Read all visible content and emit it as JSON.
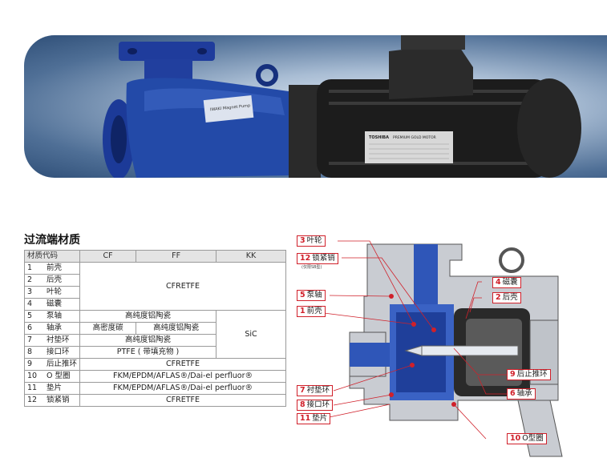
{
  "section_title": "过流端材质",
  "table": {
    "headers": [
      "材质代码",
      "CF",
      "FF",
      "KK"
    ],
    "rows": [
      {
        "no": "1",
        "name": "前壳"
      },
      {
        "no": "2",
        "name": "后壳"
      },
      {
        "no": "3",
        "name": "叶轮"
      },
      {
        "no": "4",
        "name": "磁囊"
      },
      {
        "no": "5",
        "name": "泵轴"
      },
      {
        "no": "6",
        "name": "轴承"
      },
      {
        "no": "7",
        "name": "衬垫环"
      },
      {
        "no": "8",
        "name": "接口环"
      },
      {
        "no": "9",
        "name": "后止推环"
      },
      {
        "no": "10",
        "name": "O 型圈"
      },
      {
        "no": "11",
        "name": "垫片"
      },
      {
        "no": "12",
        "name": "锁紧销"
      }
    ],
    "cells": {
      "cfretfe_block": "CFRETFE",
      "alumina": "高纯度铝陶瓷",
      "sic": "SiC",
      "carbon": "高密度碳",
      "alumina2": "高纯度铝陶瓷",
      "liner_alumina": "高纯度铝陶瓷",
      "ptfe": "PTFE ( 带填充物 )",
      "rear_thrust": "CFRETFE",
      "oring": "FKM/EPDM/AFLAS®/Dai-el perfluor®",
      "gasket": "FKM/EPDM/AFLAS®/Dai-el perfluor®",
      "lockpin": "CFRETFE"
    }
  },
  "callouts": [
    {
      "no": "3",
      "label": "叶轮"
    },
    {
      "no": "12",
      "label": "锁紧销"
    },
    {
      "no": "4",
      "label": "磁囊"
    },
    {
      "no": "5",
      "label": "泵轴"
    },
    {
      "no": "2",
      "label": "后壳"
    },
    {
      "no": "1",
      "label": "前壳"
    },
    {
      "no": "9",
      "label": "后止推环"
    },
    {
      "no": "7",
      "label": "衬垫环"
    },
    {
      "no": "6",
      "label": "轴承"
    },
    {
      "no": "8",
      "label": "接口环"
    },
    {
      "no": "11",
      "label": "垫片"
    },
    {
      "no": "10",
      "label": "O型圈"
    }
  ],
  "callout_sub": "(仅限SB型)",
  "photo": {
    "plate_brand": "IWAKI Magnet Pump",
    "motor_brand": "TOSHIBA",
    "motor_plate": "PREMIUM GOLD MOTOR"
  },
  "colors": {
    "accent": "#d0202a",
    "pump_blue": "#1f3f9a",
    "motor_black": "#1c1c1c"
  }
}
